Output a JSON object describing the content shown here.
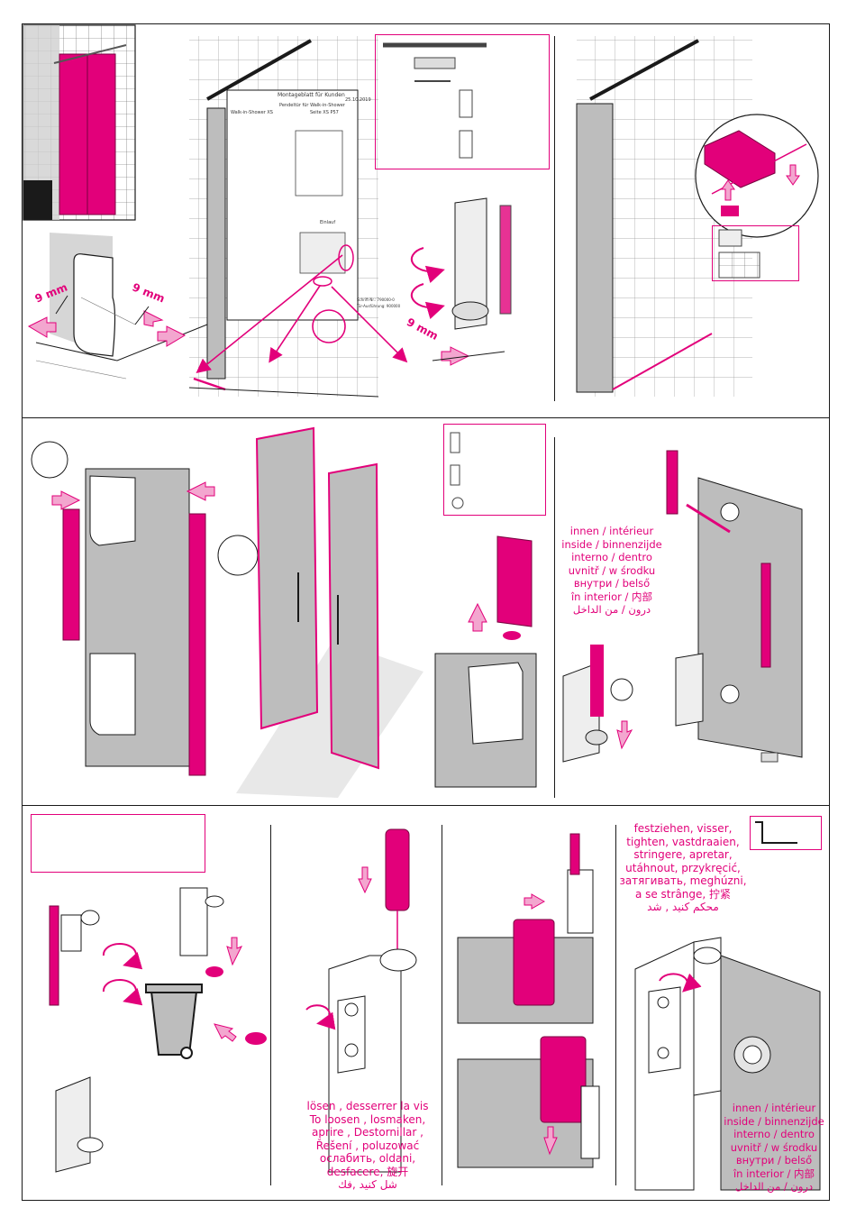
{
  "colors": {
    "accent": "#e2007a",
    "line": "#1a1a1a",
    "panel": "#bdbdbd",
    "soft": "#d6d6d6"
  },
  "measure": {
    "mm_label": "9 mm"
  },
  "doc_sheet": {
    "title": "Montageblatt für Kunden",
    "date": "25.10.2019",
    "line2": "Pendeltür für Walk-in-Shower",
    "line3": "Walk-in-Shower XS",
    "line4": "Seite XS P57",
    "note1": "Schrift-Nr.: 790000-0",
    "note2": "Tür-Ausführung: 900000",
    "side_note": "Einlauf"
  },
  "captions": {
    "inside_a": [
      "innen / intérieur",
      "inside / binnenzijde",
      "interno / dentro",
      "uvnitř / w środku",
      "внутри / belső",
      "în interior / 内部",
      "درون / من الداخل"
    ],
    "loosen": [
      "lösen , desserrer la vis",
      "To loosen , losmaken,",
      "aprire , Destornillar ,",
      "Řešení , poluzować",
      "ослабить, oldani,",
      "desfacere, 旋开",
      "شل كنيد ,فك"
    ],
    "tighten": [
      "festziehen, visser,",
      "tighten, vastdraaien,",
      "stringere, apretar,",
      "utáhnout, przykręcić,",
      "затягивать, meghúzni,",
      "a se strânge,  拧紧",
      "محكم كنيد , شد"
    ],
    "inside_b": [
      "innen / intérieur",
      "inside / binnenzijde",
      "interno / dentro",
      "uvnitř / w środku",
      "внутри / belső",
      "în interior / 内部",
      "درون / من الداخل"
    ]
  }
}
